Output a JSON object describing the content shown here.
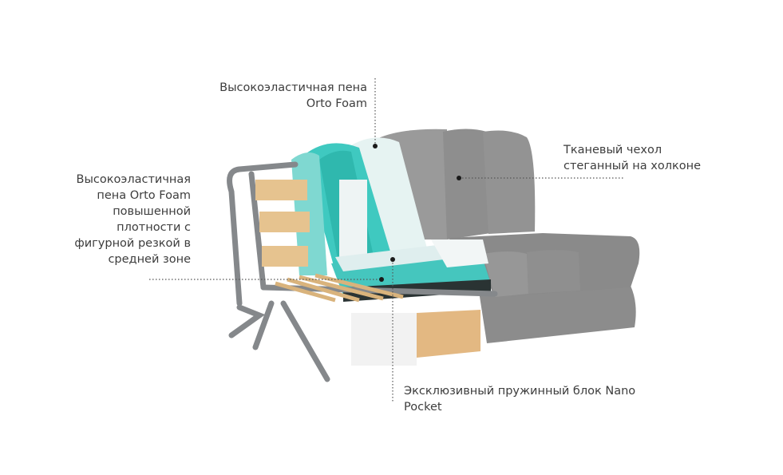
{
  "callouts": {
    "top_foam": {
      "lines": [
        "Высокоэластичная пена",
        "Orto Foam"
      ]
    },
    "side_foam": {
      "lines": [
        "Высокоэластичная",
        "пена  Orto Foam",
        "повышенной",
        "плотности с",
        "фигурной резкой в",
        "средней зоне"
      ]
    },
    "cover": {
      "lines": [
        "Тканевый чехол",
        "стеганный на холконе"
      ]
    },
    "spring_block": {
      "lines": [
        "Эксклюзивный пружинный блок Nano",
        "Pocket"
      ]
    }
  },
  "colors": {
    "fabric": "#8f8f8f",
    "foam_teal": "#3fc9c0",
    "foam_light": "#dff1ef",
    "wood": "#e8c48e",
    "frame": "#8a8c8e",
    "text": "#3d3d3d"
  }
}
